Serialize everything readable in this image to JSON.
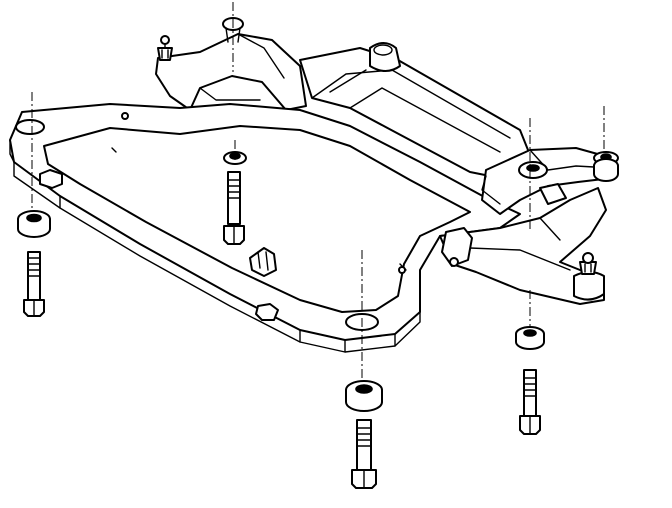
{
  "diagram": {
    "subject": "front-suspension-crossmember-assembly",
    "line_color": "#000000",
    "background_color": "#ffffff",
    "fasteners": [
      {
        "part": "mount-bolt",
        "count": 4
      },
      {
        "part": "mount-insulator",
        "count": 4
      },
      {
        "part": "ball-joint",
        "count": 2
      }
    ]
  }
}
